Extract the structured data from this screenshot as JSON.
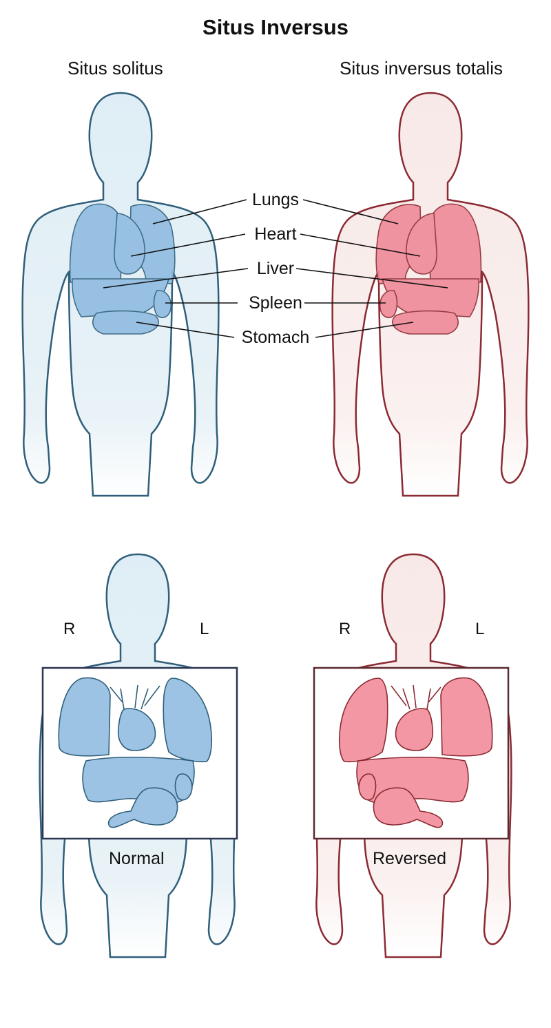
{
  "title": "Situs Inversus",
  "columns": {
    "left_heading": "Situs solitus",
    "right_heading": "Situs inversus totalis"
  },
  "organ_labels": [
    "Lungs",
    "Heart",
    "Liver",
    "Spleen",
    "Stomach"
  ],
  "sides": {
    "right": "R",
    "left": "L"
  },
  "captions": {
    "left": "Normal",
    "right": "Reversed"
  },
  "colors": {
    "normal_outline": "#2f5f7a",
    "normal_fill": "#8fbbe0",
    "normal_body": "#e3eff5",
    "reversed_outline": "#8b2a33",
    "reversed_fill": "#f08a98",
    "reversed_body": "#f8ebea"
  }
}
